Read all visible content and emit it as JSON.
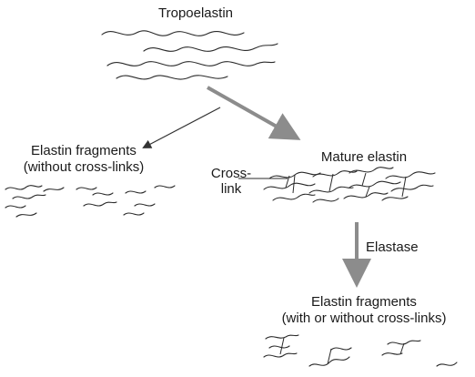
{
  "labels": {
    "tropoelastin": "Tropoelastin",
    "fragments_no_xl_line1": "Elastin fragments",
    "fragments_no_xl_line2": "(without cross-links)",
    "mature_elastin": "Mature elastin",
    "crosslink_line1": "Cross-",
    "crosslink_line2": "link",
    "elastase": "Elastase",
    "fragments_xl_line1": "Elastin fragments",
    "fragments_xl_line2": "(with or without cross-links)"
  },
  "colors": {
    "strand": "#2a2a2a",
    "main_arrow": "#8c8c8c",
    "thin_arrow": "#333333",
    "text": "#1a1a1a",
    "background": "#ffffff"
  }
}
